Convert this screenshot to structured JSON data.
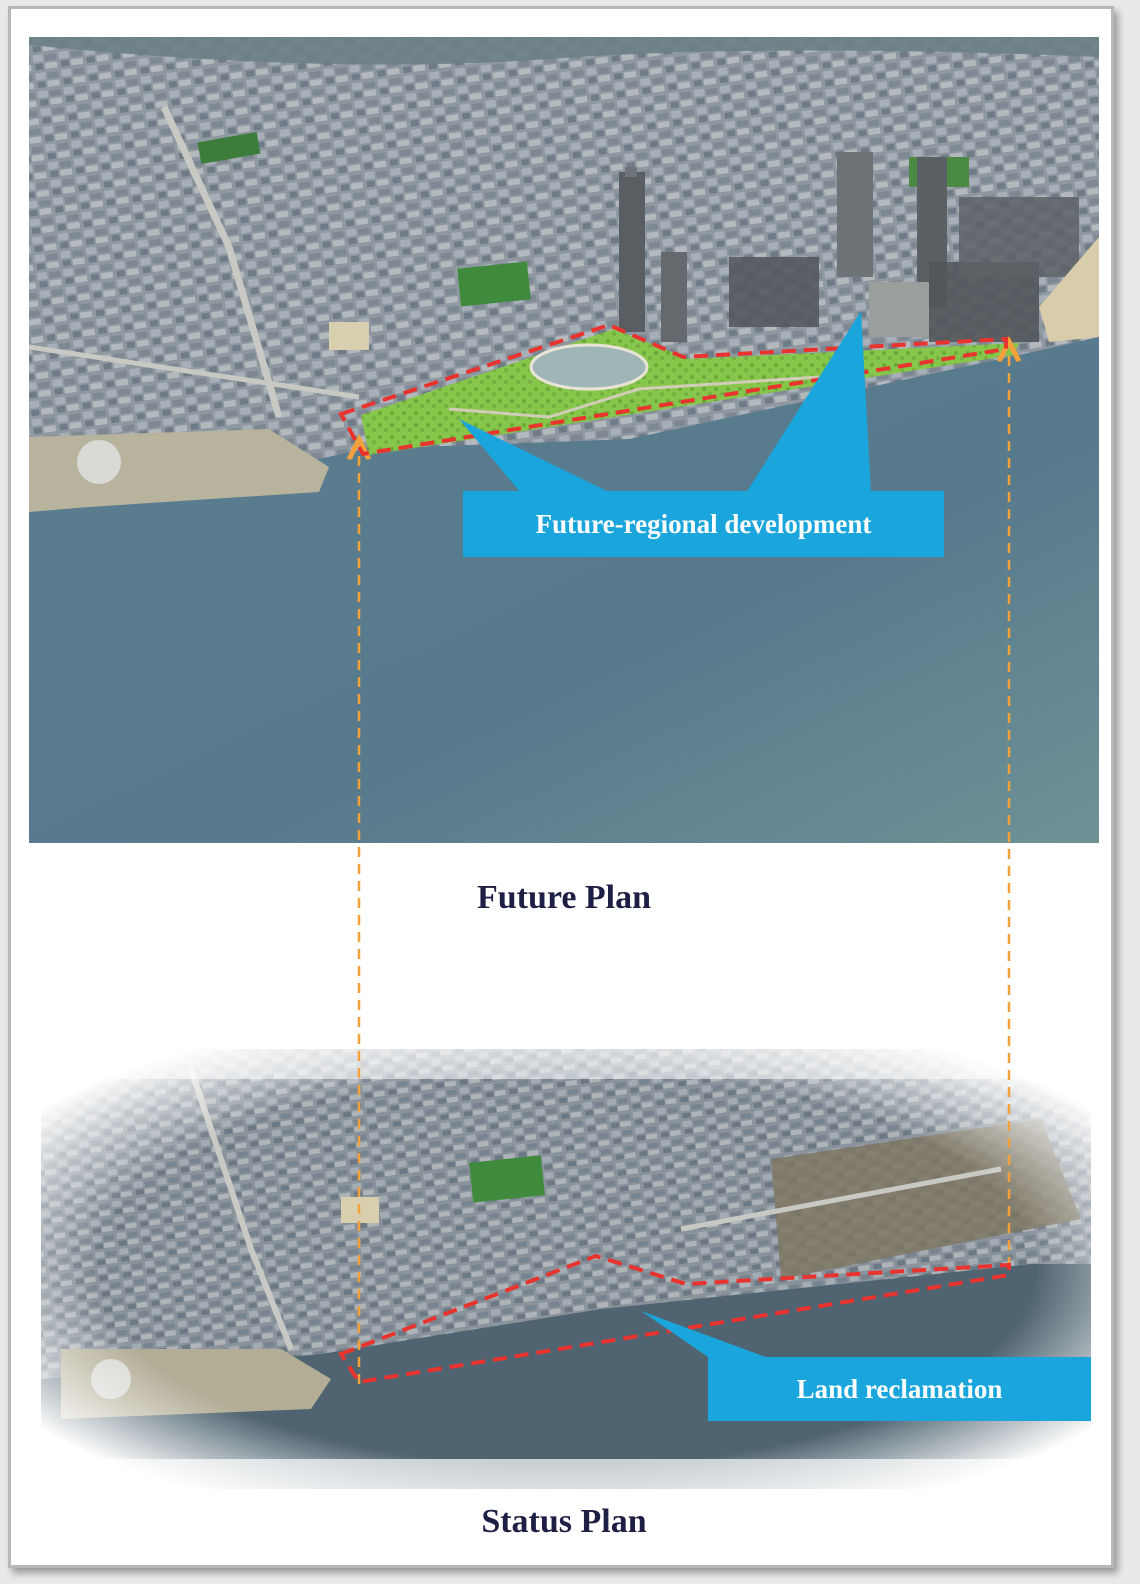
{
  "figure": {
    "future": {
      "callout": "Future-regional development",
      "title": "Future Plan"
    },
    "status": {
      "callout": "Land reclamation",
      "title": "Status Plan"
    }
  },
  "colors": {
    "callout_fill": "#1aa6dc",
    "boundary_dash": "#e8332f",
    "guide_arrow": "#f3a13a",
    "title_text": "#1e1f45",
    "water": "#55788c",
    "urban": "#8d96a0",
    "park": "#86c64a"
  }
}
